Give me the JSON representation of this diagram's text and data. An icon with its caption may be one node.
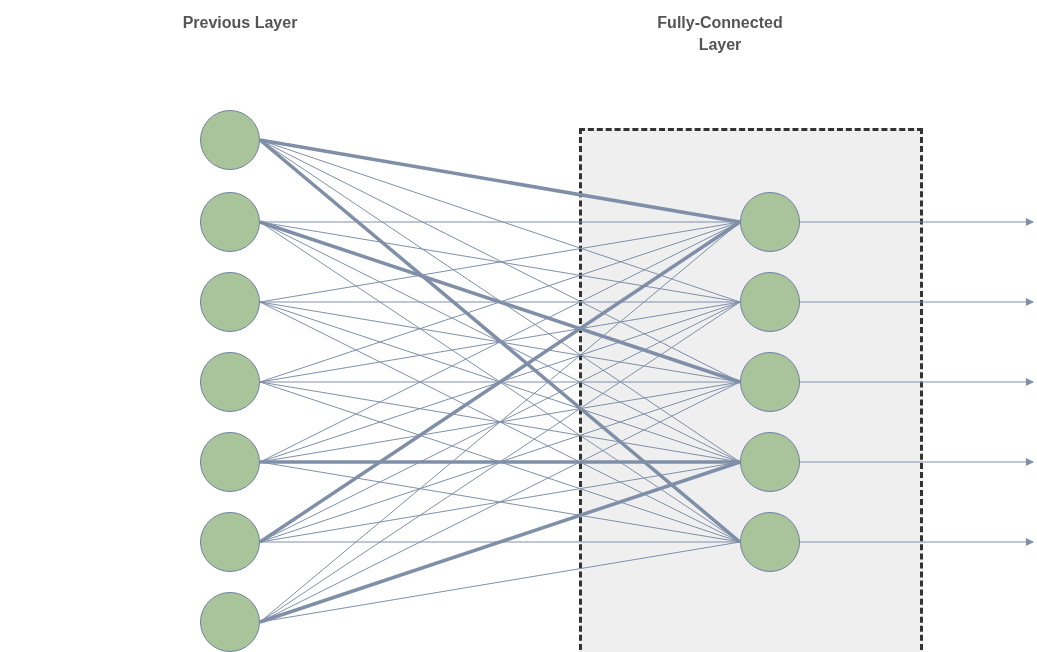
{
  "diagram": {
    "nodes": [
      {
        "text": [],
        "shape": "circle"
      },
      {
        "text": [],
        "shape": "circle"
      },
      {
        "text": [],
        "shape": "circle"
      },
      {
        "text": [],
        "shape": "circle"
      },
      {
        "text": [],
        "shape": "circle"
      },
      {
        "text": [],
        "shape": "circle"
      },
      {
        "text": [],
        "shape": "circle"
      },
      {
        "text": [],
        "shape": "box"
      },
      {
        "text": [],
        "shape": "circle",
        "in": 7
      },
      {
        "text": [],
        "shape": "circle",
        "in": 7
      },
      {
        "text": [],
        "shape": "circle",
        "in": 7
      },
      {
        "text": [],
        "shape": "circle",
        "in": 7
      },
      {
        "text": [],
        "shape": "circle",
        "in": 7
      }
    ],
    "edges": [
      {
        "from": 0,
        "to": 8,
        "arrow": "none",
        "style": "thick"
      },
      {
        "from": 0,
        "to": 9,
        "arrow": "none"
      },
      {
        "from": 0,
        "to": 10,
        "arrow": "none"
      },
      {
        "from": 0,
        "to": 11,
        "arrow": "none"
      },
      {
        "from": 0,
        "to": 12,
        "arrow": "none",
        "style": "thick"
      },
      {
        "from": 1,
        "to": 8,
        "arrow": "none"
      },
      {
        "from": 1,
        "to": 9,
        "arrow": "none"
      },
      {
        "from": 1,
        "to": 10,
        "arrow": "none",
        "style": "thick"
      },
      {
        "from": 1,
        "to": 11,
        "arrow": "none"
      },
      {
        "from": 1,
        "to": 12,
        "arrow": "none"
      },
      {
        "from": 2,
        "to": 8,
        "arrow": "none"
      },
      {
        "from": 2,
        "to": 9,
        "arrow": "none"
      },
      {
        "from": 2,
        "to": 10,
        "arrow": "none"
      },
      {
        "from": 2,
        "to": 11,
        "arrow": "none"
      },
      {
        "from": 2,
        "to": 12,
        "arrow": "none"
      },
      {
        "from": 3,
        "to": 8,
        "arrow": "none"
      },
      {
        "from": 3,
        "to": 9,
        "arrow": "none"
      },
      {
        "from": 3,
        "to": 10,
        "arrow": "none"
      },
      {
        "from": 3,
        "to": 11,
        "arrow": "none"
      },
      {
        "from": 3,
        "to": 12,
        "arrow": "none"
      },
      {
        "from": 4,
        "to": 8,
        "arrow": "none"
      },
      {
        "from": 4,
        "to": 9,
        "arrow": "none"
      },
      {
        "from": 4,
        "to": 10,
        "arrow": "none"
      },
      {
        "from": 4,
        "to": 11,
        "arrow": "none",
        "style": "thick"
      },
      {
        "from": 4,
        "to": 12,
        "arrow": "none"
      },
      {
        "from": 5,
        "to": 8,
        "arrow": "none",
        "style": "thick"
      },
      {
        "from": 5,
        "to": 9,
        "arrow": "none"
      },
      {
        "from": 5,
        "to": 10,
        "arrow": "none"
      },
      {
        "from": 5,
        "to": 11,
        "arrow": "none"
      },
      {
        "from": 5,
        "to": 12,
        "arrow": "none"
      },
      {
        "from": 6,
        "to": 8,
        "arrow": "none"
      },
      {
        "from": 6,
        "to": 9,
        "arrow": "none"
      },
      {
        "from": 6,
        "to": 10,
        "arrow": "none"
      },
      {
        "from": 6,
        "to": 11,
        "arrow": "none",
        "style": "thick"
      },
      {
        "from": 6,
        "to": 12,
        "arrow": "none"
      },
      {
        "from": 8,
        "to": null,
        "arrow": "to"
      },
      {
        "from": 9,
        "to": null,
        "arrow": "to"
      },
      {
        "from": 10,
        "to": null,
        "arrow": "to"
      },
      {
        "from": 11,
        "to": null,
        "arrow": "to"
      },
      {
        "from": 12,
        "to": null,
        "arrow": "to"
      }
    ],
    "labels": [
      "Previous Layer",
      "Fully-Connected Layer"
    ]
  }
}
